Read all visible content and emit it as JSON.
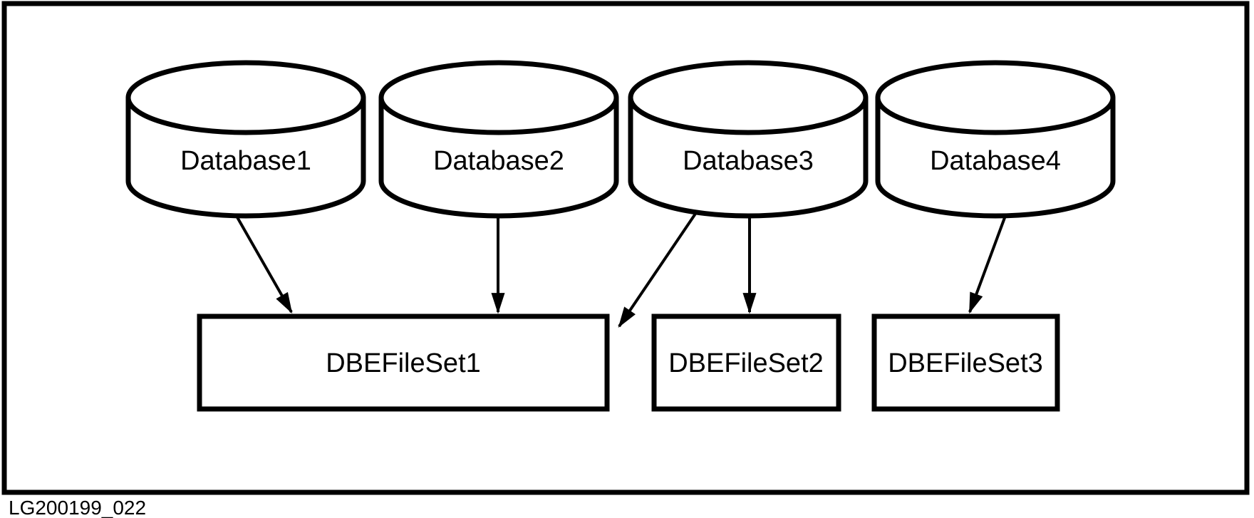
{
  "caption": "LG200199_022",
  "colors": {
    "ink": "#000000",
    "background": "#ffffff"
  },
  "diagram": {
    "type": "database-to-fileset-mapping",
    "databases": [
      {
        "id": "database1",
        "label": "Database1",
        "shape": "cylinder"
      },
      {
        "id": "database2",
        "label": "Database2",
        "shape": "cylinder"
      },
      {
        "id": "database3",
        "label": "Database3",
        "shape": "cylinder"
      },
      {
        "id": "database4",
        "label": "Database4",
        "shape": "cylinder"
      }
    ],
    "filesets": [
      {
        "id": "dbefileset1",
        "label": "DBEFileSet1",
        "shape": "rectangle"
      },
      {
        "id": "dbefileset2",
        "label": "DBEFileSet2",
        "shape": "rectangle"
      },
      {
        "id": "dbefileset3",
        "label": "DBEFileSet3",
        "shape": "rectangle"
      }
    ],
    "edges": [
      {
        "from": "Database1",
        "to": "DBEFileSet1"
      },
      {
        "from": "Database2",
        "to": "DBEFileSet1"
      },
      {
        "from": "Database3",
        "to": "DBEFileSet1"
      },
      {
        "from": "Database3",
        "to": "DBEFileSet2"
      },
      {
        "from": "Database4",
        "to": "DBEFileSet3"
      }
    ]
  }
}
